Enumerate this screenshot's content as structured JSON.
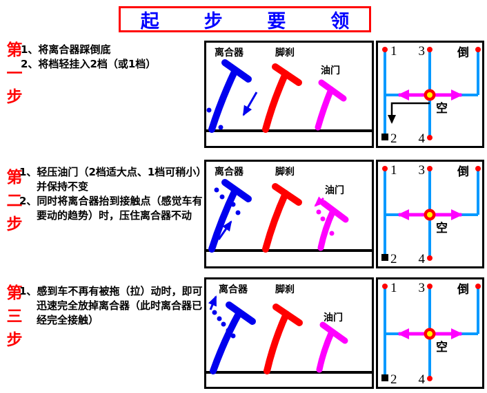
{
  "title": "起步要领",
  "colors": {
    "title_text": "#0000ff",
    "title_border": "#ff0000",
    "step_label": "#ff0000",
    "body_text": "#000000",
    "clutch_pedal": "#0000ee",
    "brake_pedal": "#ff0000",
    "throttle_pedal": "#ff00ff",
    "gear_line": "#0099ff",
    "gear_shift_arrow": "#ff00ff",
    "gear_position_dot": "#ff0000",
    "neutral_ring": "#ff0000",
    "neutral_center": "#ffff00",
    "current_gear_marker": "#000000"
  },
  "pedal_labels": {
    "clutch": "离合器",
    "brake": "脚刹",
    "throttle": "油门"
  },
  "gear_labels": {
    "g1": "1",
    "g2": "2",
    "g3": "3",
    "g4": "4",
    "reverse": "倒",
    "neutral": "空"
  },
  "steps": [
    {
      "label": "第一步",
      "items": [
        "1、将离合器踩倒底",
        "2、将档轻挂入2档（或1档）"
      ]
    },
    {
      "label": "第二步",
      "items": [
        "1、轻压油门（2档适大点、1档可稍小）并保持不变",
        "2、同时将离合器抬到接触点（感觉车有要动的趋势）时，压住离合器不动"
      ]
    },
    {
      "label": "第三步",
      "items": [
        "1、感到车不再有被拖（拉）动时，即可迅速完全放掉离合器（此时离合器已经完全接触）"
      ]
    }
  ]
}
